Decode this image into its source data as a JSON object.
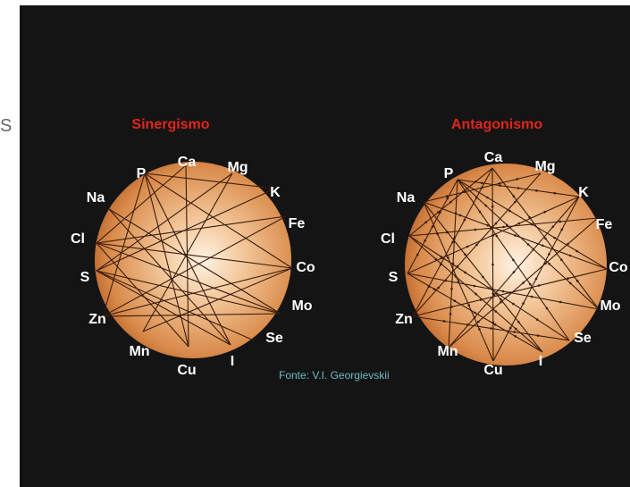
{
  "edge_glyph": "S",
  "credit": "Fonte: V.I. Georgievskii",
  "diagrams": [
    {
      "title": "Sinergismo",
      "elements": [
        "Ca",
        "Mg",
        "K",
        "Fe",
        "Co",
        "Mo",
        "Se",
        "I",
        "Cu",
        "Mn",
        "Zn",
        "S",
        "Cl",
        "Na",
        "P"
      ]
    },
    {
      "title": "Antagonismo",
      "elements": [
        "Ca",
        "Mg",
        "K",
        "Fe",
        "Co",
        "Mo",
        "Se",
        "I",
        "Cu",
        "Mn",
        "Zn",
        "S",
        "Cl",
        "Na",
        "P"
      ]
    }
  ],
  "colors": {
    "background": "#141414",
    "title": "#e0261c",
    "label": "#ffffff",
    "sphere_center": "#fff3e4",
    "sphere_edge": "#c0652a",
    "line": "#3a1d0c",
    "credit": "#6fb8c6"
  }
}
